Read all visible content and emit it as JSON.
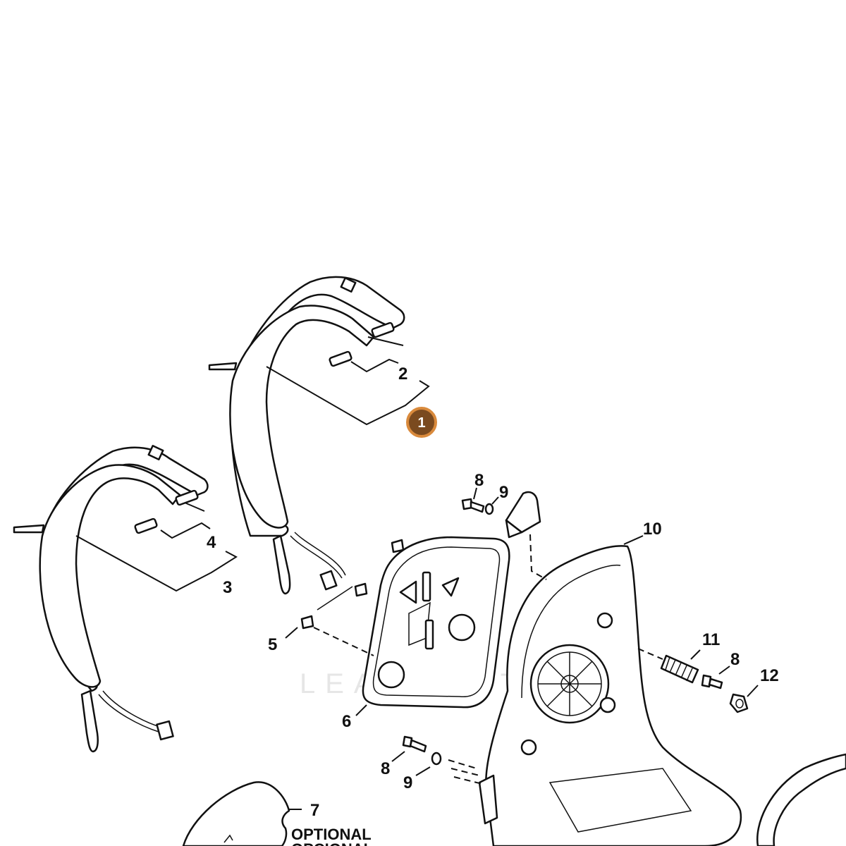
{
  "diagram": {
    "labels": {
      "p1": "1",
      "p2": "2",
      "p3": "3",
      "p4": "4",
      "p5": "5",
      "p6": "6",
      "p7": "7",
      "p8a": "8",
      "p8b": "8",
      "p8c": "8",
      "p9a": "9",
      "p9b": "9",
      "p10": "10",
      "p11": "11",
      "p12": "12"
    },
    "optional_lines": [
      "OPTIONAL",
      "OPCIONAL"
    ],
    "watermark": "LEADVENTURE",
    "colors": {
      "badge_fill": "#7a4a1f",
      "badge_ring": "#d98a3c",
      "line": "#111111"
    }
  }
}
